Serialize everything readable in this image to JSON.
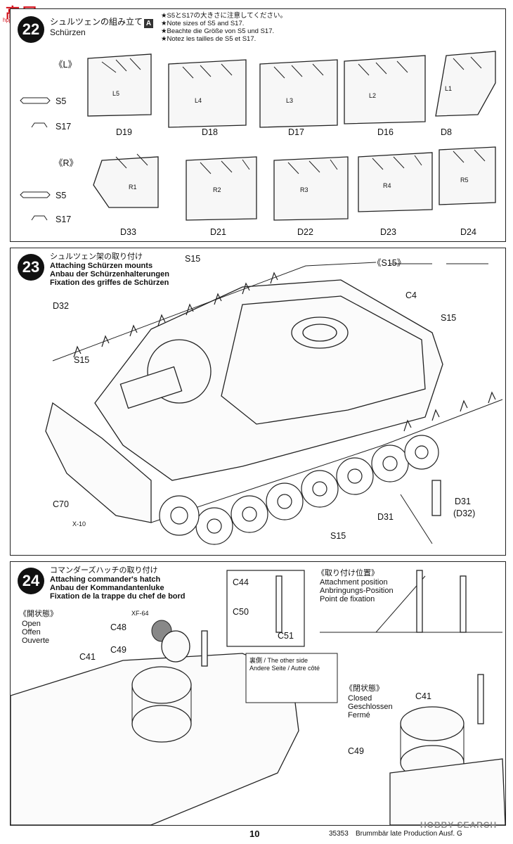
{
  "watermark_top": {
    "cn": "高",
    "text": "网",
    "url": "hpjcob.com.cn"
  },
  "step22": {
    "number": "22",
    "title_jp": "シュルツェンの組み立て",
    "title": "Schürzen",
    "box_label": "A",
    "notes": [
      "★S5とS17の大きさに注意してください。",
      "★Note sizes of S5 and S17.",
      "★Beachte die Größe von S5 und S17.",
      "★Notez les tailles de S5 et S17."
    ],
    "left_label": "《L》",
    "right_label": "《R》",
    "part_s5": "S5",
    "part_s17": "S17",
    "left_plates": [
      {
        "part": "D19",
        "mark": "L5"
      },
      {
        "part": "D18",
        "mark": "L4"
      },
      {
        "part": "D17",
        "mark": "L3"
      },
      {
        "part": "D16",
        "mark": "L2"
      },
      {
        "part": "D8",
        "mark": "L1"
      }
    ],
    "right_plates": [
      {
        "part": "D33",
        "mark": "R1"
      },
      {
        "part": "D21",
        "mark": "R2"
      },
      {
        "part": "D22",
        "mark": "R3"
      },
      {
        "part": "D23",
        "mark": "R4"
      },
      {
        "part": "D24",
        "mark": "R5"
      }
    ]
  },
  "step23": {
    "number": "23",
    "title_jp": "シュルツェン架の取り付け",
    "title_en": "Attaching Schürzen mounts",
    "title_de": "Anbau der Schürzenhalterungen",
    "title_fr": "Fixation des griffes de Schürzen",
    "inset_label": "《S15》",
    "labels": [
      "S15",
      "D32",
      "S15",
      "C4",
      "S15",
      "C70",
      "X-10",
      "S15",
      "D31",
      "D31",
      "(D32)"
    ]
  },
  "step24": {
    "number": "24",
    "title_jp": "コマンダーズハッチの取り付け",
    "title_en": "Attaching commander's hatch",
    "title_de": "Anbau der Kommandantenluke",
    "title_fr": "Fixation de la trappe du chef de bord",
    "open_jp": "《開状態》",
    "open": [
      "Open",
      "Offen",
      "Ouverte"
    ],
    "paint": "XF-64",
    "parts": {
      "c48": "C48",
      "c49": "C49",
      "c41": "C41",
      "c44": "C44",
      "c50": "C50",
      "c51": "C51"
    },
    "other_side": [
      "裏側 / The other side",
      "Andere Seite / Autre côté"
    ],
    "attach_jp": "《取り付け位置》",
    "attach": [
      "Attachment position",
      "Anbringungs-Position",
      "Point de fixation"
    ],
    "closed_jp": "《閉状態》",
    "closed": [
      "Closed",
      "Geschlossen",
      "Fermé"
    ],
    "closed_c41": "C41",
    "closed_c49": "C49"
  },
  "footer": {
    "code": "35353",
    "title": "Brummbär late Production Ausf. G",
    "page": "10",
    "watermark": "HOBBY SEARCH"
  }
}
